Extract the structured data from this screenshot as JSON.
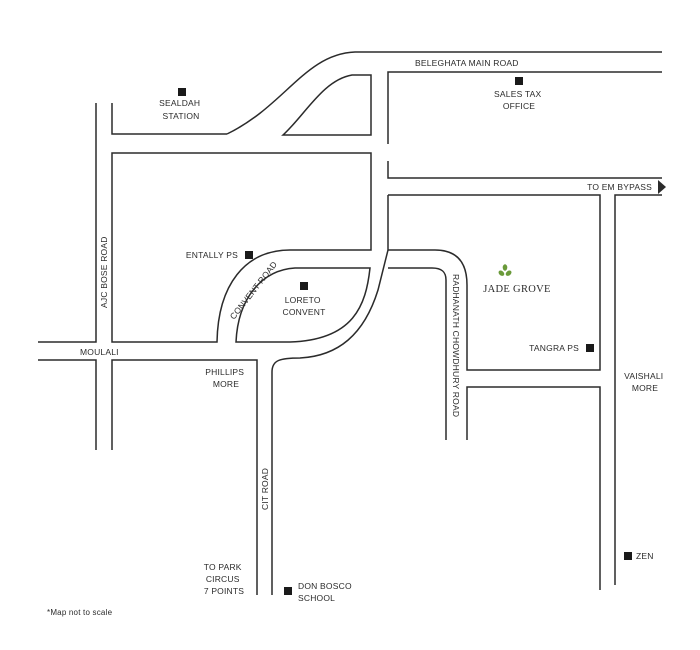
{
  "roads": {
    "beleghata": "BELEGHATA MAIN ROAD",
    "em_bypass": "TO EM BYPASS",
    "ajc_bose": "AJC BOSE ROAD",
    "convent": "CONVENT ROAD",
    "radhanath": "RADHANATH CHOWDHURY ROAD",
    "cit": "CIT ROAD"
  },
  "places": {
    "sealdah": [
      "SEALDAH",
      "STATION"
    ],
    "sales_tax": [
      "SALES TAX",
      "OFFICE"
    ],
    "entally": "ENTALLY PS",
    "loreto": [
      "LORETO",
      "CONVENT"
    ],
    "moulali": "MOULALI",
    "phillips": [
      "PHILLIPS",
      "MORE"
    ],
    "tangra": "TANGRA PS",
    "vaishali": [
      "VAISHALI",
      "MORE"
    ],
    "zen": "ZEN",
    "park_circus": [
      "TO PARK",
      "CIRCUS",
      "7 POINTS"
    ],
    "don_bosco": [
      "DON BOSCO",
      "SCHOOL"
    ]
  },
  "project": {
    "name": "JADE GROVE",
    "icon": "jade-grove-leaf-icon",
    "accent": "#6a9a3a"
  },
  "note": "*Map not to scale"
}
